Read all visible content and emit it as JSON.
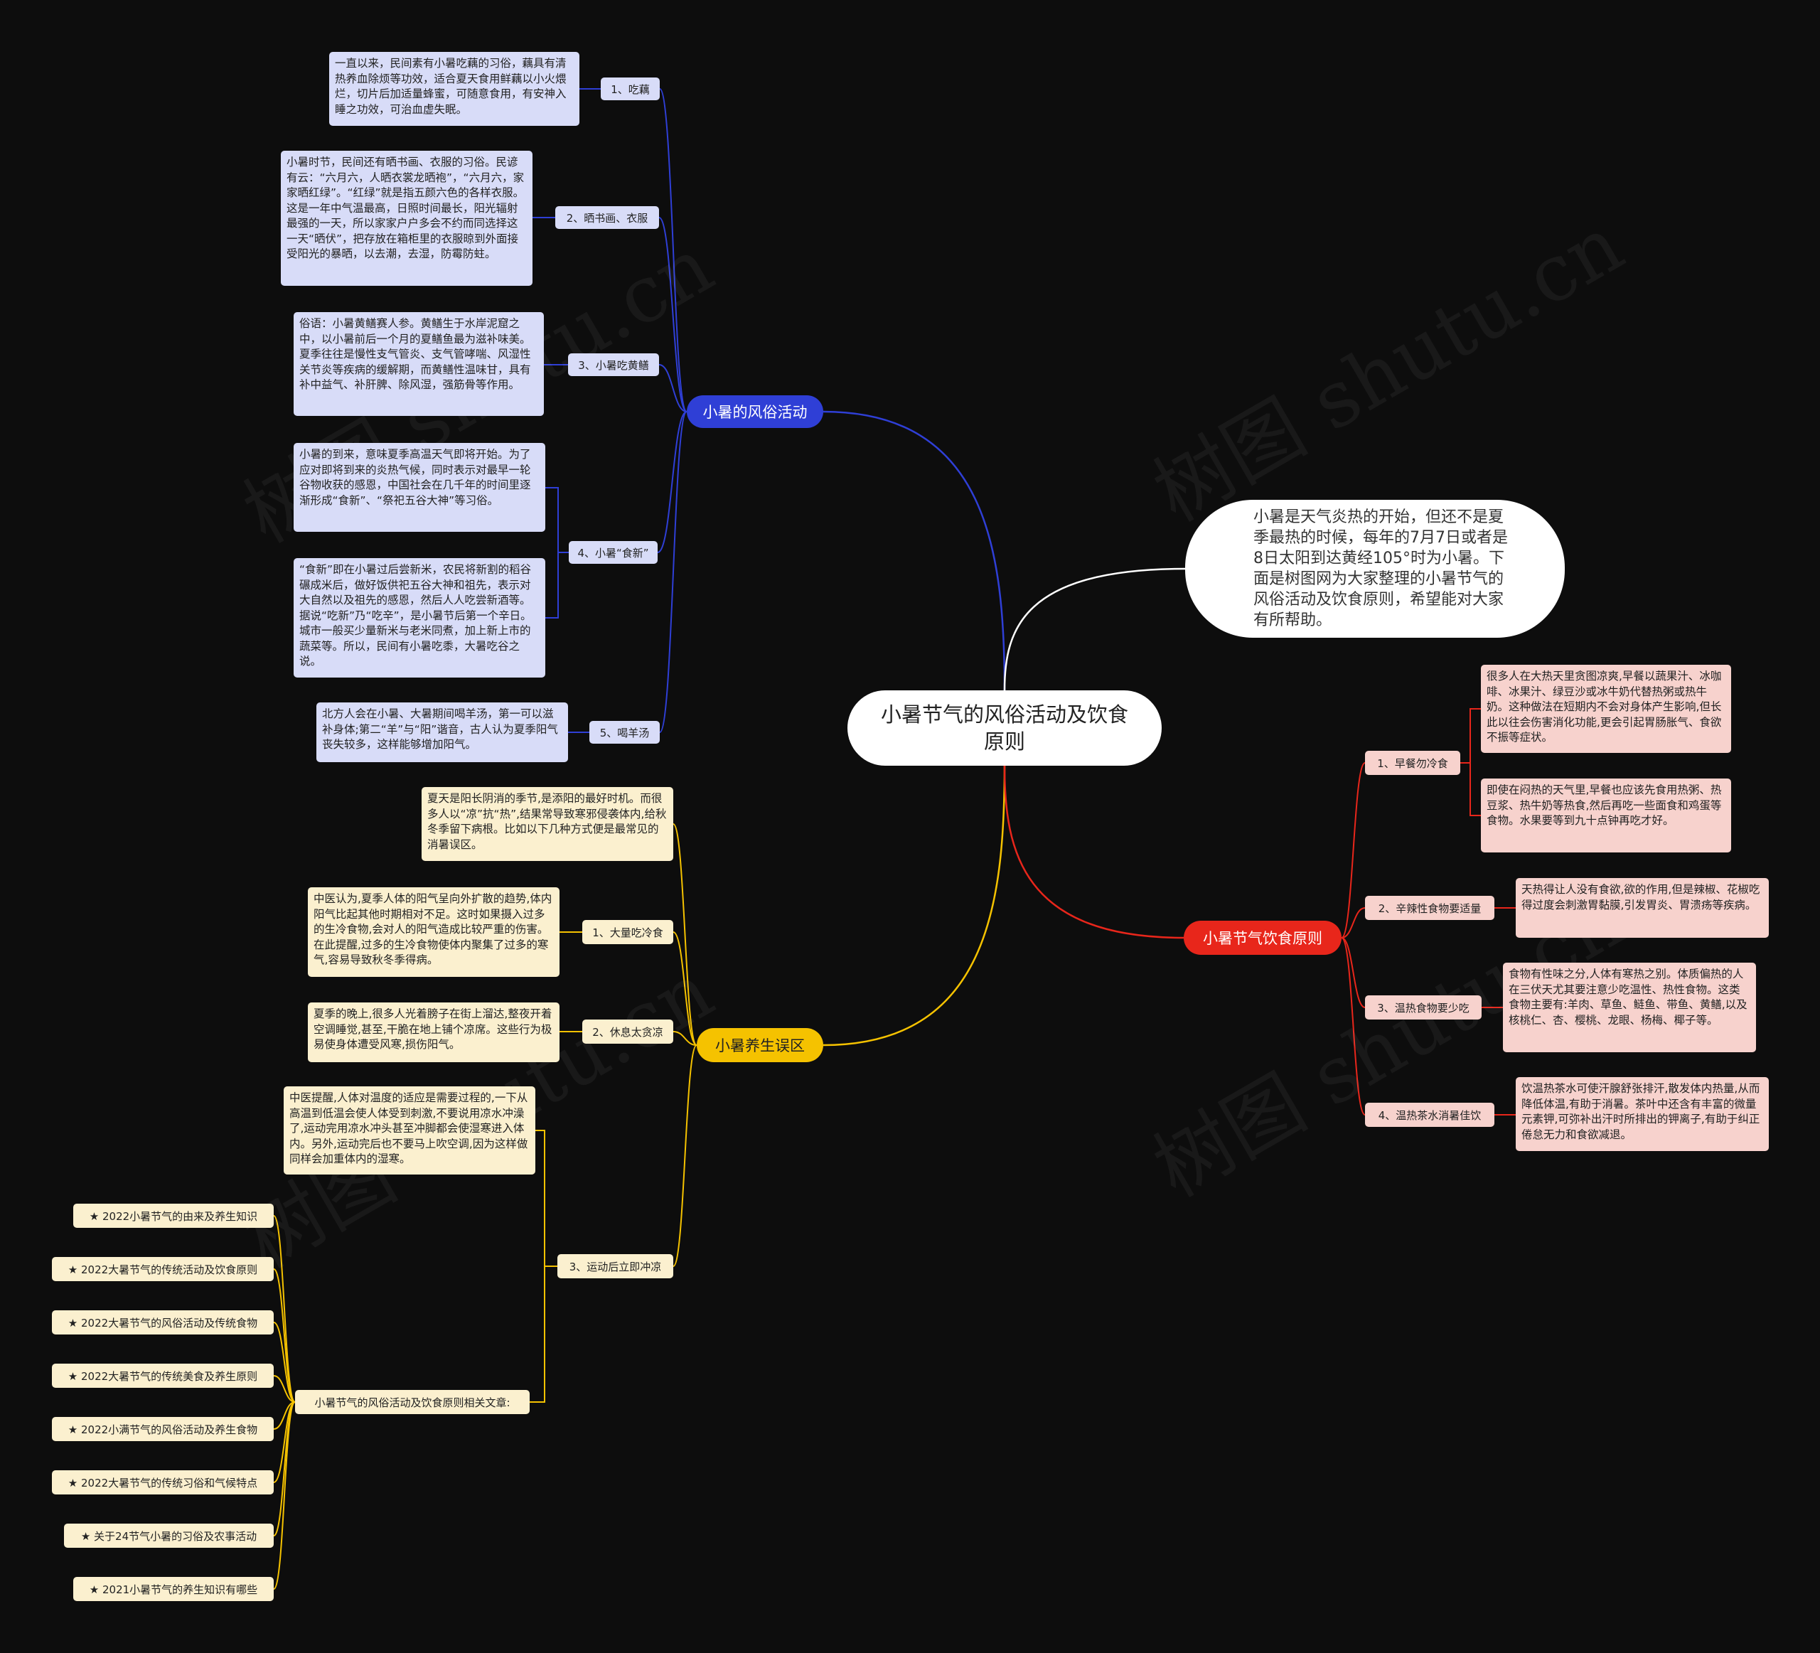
{
  "central": "小暑节气的风俗活动及饮食原则",
  "intro": "小暑是天气炎热的开始，但还不是夏季最热的时候，每年的7月7日或者是8日太阳到达黄经105°时为小暑。下面是树图网为大家整理的小暑节气的风俗活动及饮食原则，希望能对大家有所帮助。",
  "watermark": "树图 shutu.cn",
  "colors": {
    "background": "#0d0d0d",
    "blue": "#2f3fd6",
    "red": "#e8261b",
    "yellow": "#f5c200",
    "intro_line": "#ffffff"
  },
  "branches": {
    "customs": {
      "label": "小暑的风俗活动",
      "items": [
        {
          "label": "1、吃藕",
          "texts": [
            "一直以来，民间素有小暑吃藕的习俗，藕具有清热养血除烦等功效，适合夏天食用鲜藕以小火煨烂，切片后加适量蜂蜜，可随意食用，有安神入睡之功效，可治血虚失眠。"
          ]
        },
        {
          "label": "2、晒书画、衣服",
          "texts": [
            "小暑时节，民间还有晒书画、衣服的习俗。民谚有云：“六月六，人晒衣裳龙晒袍”，“六月六，家家晒红绿”。“红绿”就是指五颜六色的各样衣服。这是一年中气温最高，日照时间最长，阳光辐射最强的一天，所以家家户户多会不约而同选择这一天“晒伏”，把存放在箱柜里的衣服晾到外面接受阳光的暴晒，以去潮，去湿，防霉防蛀。"
          ]
        },
        {
          "label": "3、小暑吃黄鳝",
          "texts": [
            "俗语：小暑黄鳝赛人参。黄鳝生于水岸泥窟之中，以小暑前后一个月的夏鳝鱼最为滋补味美。夏季往往是慢性支气管炎、支气管哮喘、风湿性关节炎等疾病的缓解期，而黄鳝性温味甘，具有补中益气、补肝脾、除风湿，强筋骨等作用。"
          ]
        },
        {
          "label": "4、小暑“食新”",
          "texts": [
            "小暑的到来，意味夏季高温天气即将开始。为了应对即将到来的炎热气候，同时表示对最早一轮谷物收获的感恩，中国社会在几千年的时间里逐渐形成“食新”、“祭祀五谷大神”等习俗。",
            "“食新”即在小暑过后尝新米，农民将新割的稻谷碾成米后，做好饭供祀五谷大神和祖先，表示对大自然以及祖先的感恩，然后人人吃尝新酒等。据说“吃新”乃“吃辛”，是小暑节后第一个辛日。城市一般买少量新米与老米同煮，加上新上市的蔬菜等。所以，民间有小暑吃黍，大暑吃谷之说。"
          ]
        },
        {
          "label": "5、喝羊汤",
          "texts": [
            "北方人会在小暑、大暑期间喝羊汤，第一可以滋补身体;第二“羊”与“阳”谐音，古人认为夏季阳气丧失较多，这样能够增加阳气。"
          ]
        }
      ]
    },
    "diet": {
      "label": "小暑节气饮食原则",
      "items": [
        {
          "label": "1、早餐勿冷食",
          "texts": [
            "很多人在大热天里贪图凉爽,早餐以蔬果汁、冰咖啡、冰果汁、绿豆沙或冰牛奶代替热粥或热牛奶。这种做法在短期内不会对身体产生影响,但长此以往会伤害消化功能,更会引起胃肠胀气、食欲不振等症状。",
            "即使在闷热的天气里,早餐也应该先食用热粥、热豆浆、热牛奶等热食,然后再吃一些面食和鸡蛋等食物。水果要等到九十点钟再吃才好。"
          ]
        },
        {
          "label": "2、辛辣性食物要适量",
          "texts": [
            "天热得让人没有食欲,欲的作用,但是辣椒、花椒吃得过度会刺激胃黏膜,引发胃炎、胃溃疡等疾病。"
          ]
        },
        {
          "label": "3、温热食物要少吃",
          "texts": [
            "食物有性味之分,人体有寒热之别。体质偏热的人在三伏天尤其要注意少吃温性、热性食物。这类食物主要有:羊肉、草鱼、鲢鱼、带鱼、黄鳝,以及核桃仁、杏、樱桃、龙眼、杨梅、椰子等。"
          ]
        },
        {
          "label": "4、温热茶水消暑佳饮",
          "texts": [
            "饮温热茶水可使汗腺舒张排汗,散发体内热量,从而降低体温,有助于消暑。茶叶中还含有丰富的微量元素钾,可弥补出汗时所排出的钾离子,有助于纠正倦怠无力和食欲减退。"
          ]
        }
      ]
    },
    "mistakes": {
      "label": "小暑养生误区",
      "intro": "夏天是阳长阴消的季节,是添阳的最好时机。而很多人以“凉”抗“热”,结果常导致寒邪侵袭体内,给秋冬季留下病根。比如以下几种方式便是最常见的消暑误区。",
      "items": [
        {
          "label": "1、大量吃冷食",
          "texts": [
            "中医认为,夏季人体的阳气呈向外扩散的趋势,体内阳气比起其他时期相对不足。这时如果摄入过多的生冷食物,会对人的阳气造成比较严重的伤害。在此提醒,过多的生冷食物使体内聚集了过多的寒气,容易导致秋冬季得病。"
          ]
        },
        {
          "label": "2、休息太贪凉",
          "texts": [
            "夏季的晚上,很多人光着膀子在街上溜达,整夜开着空调睡觉,甚至,干脆在地上铺个凉席。这些行为极易使身体遭受风寒,损伤阳气。"
          ]
        },
        {
          "label": "3、运动后立即冲凉",
          "texts": [
            "中医提醒,人体对温度的适应是需要过程的,一下从高温到低温会使人体受到刺激,不要说用凉水冲澡了,运动完用凉水冲头甚至冲脚都会使湿寒进入体内。另外,运动完后也不要马上吹空调,因为这样做同样会加重体内的湿寒。"
          ]
        }
      ],
      "related": {
        "label": "小暑节气的风俗活动及饮食原则相关文章:",
        "articles": [
          "★ 2022小暑节气的由来及养生知识",
          "★ 2022大暑节气的传统活动及饮食原则",
          "★ 2022大暑节气的风俗活动及传统食物",
          "★ 2022大暑节气的传统美食及养生原则",
          "★ 2022小满节气的风俗活动及养生食物",
          "★ 2022大暑节气的传统习俗和气候特点",
          "★ 关于24节气小暑的习俗及农事活动",
          "★ 2021小暑节气的养生知识有哪些"
        ]
      }
    }
  }
}
